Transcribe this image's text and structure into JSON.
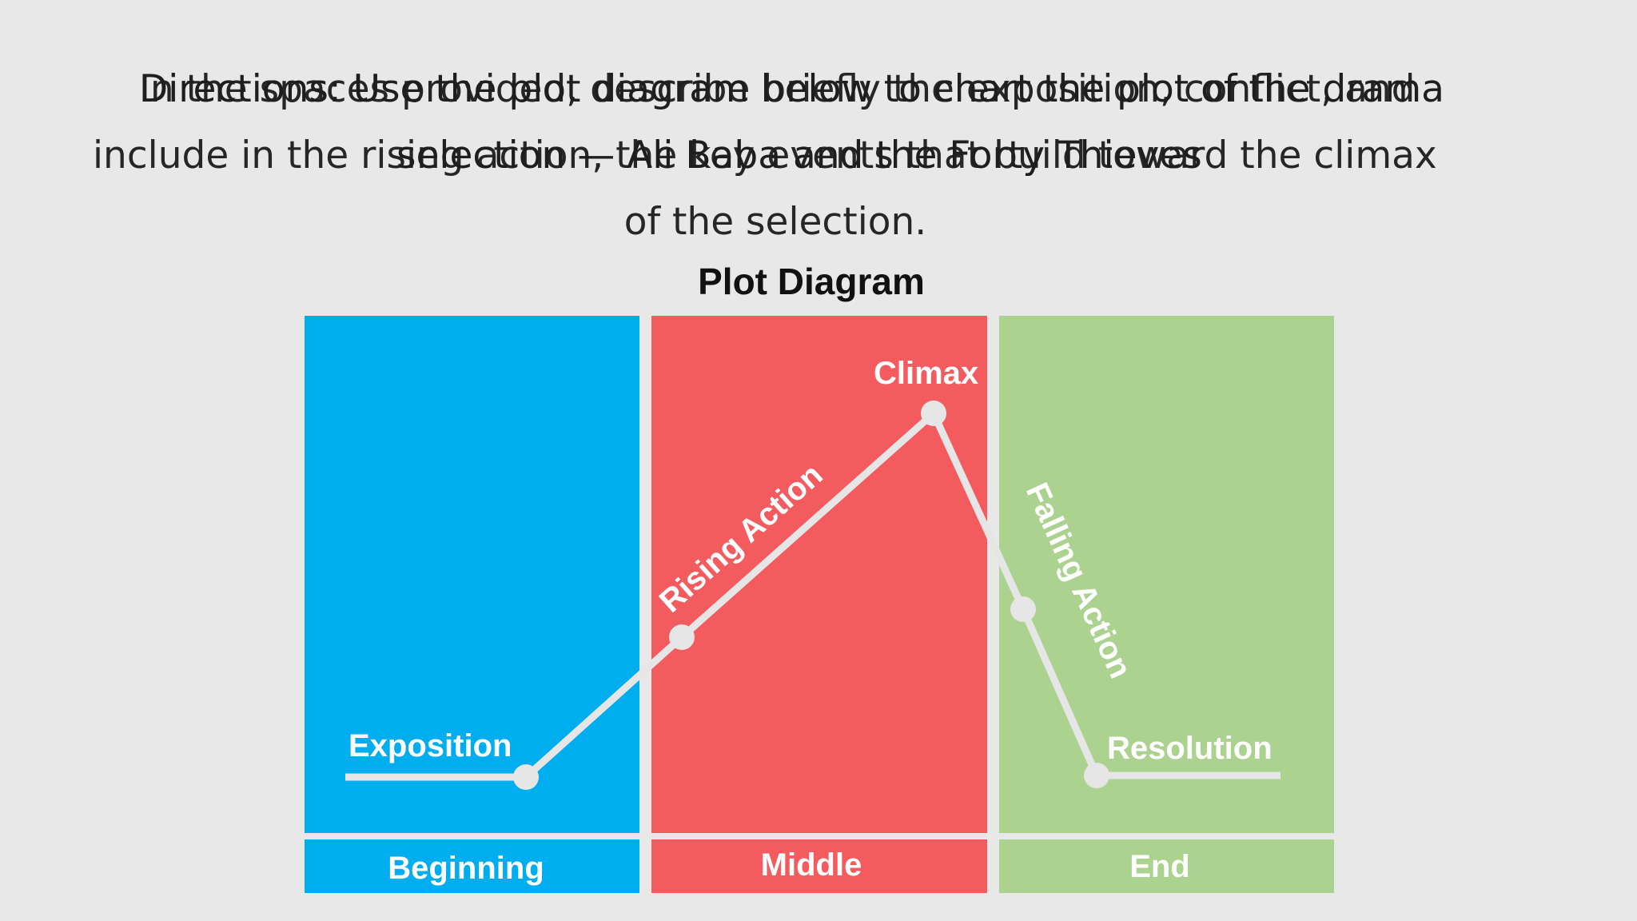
{
  "instructions": {
    "layer_a": {
      "line1": "In the spaces provided, describe briefly the exposition, conflict, and",
      "line2": "include in the rising action, the key events that build toward the climax",
      "line3": "of the selection."
    },
    "layer_b": {
      "line1": "Directions: Use the plot diagram below to chart the plot of the drama",
      "line2": "selection — Ali Baba and the Forty Thieves"
    }
  },
  "diagram": {
    "title": "Plot Diagram",
    "sections": [
      {
        "label": "Beginning",
        "color": "#00aeef"
      },
      {
        "label": "Middle",
        "color": "#f45b5f"
      },
      {
        "label": "End",
        "color": "#acd290"
      }
    ],
    "points": [
      {
        "label": "Exposition"
      },
      {
        "label": "Rising Action"
      },
      {
        "label": "Climax"
      },
      {
        "label": "Falling Action"
      },
      {
        "label": "Resolution"
      }
    ],
    "line_color": "#e6e6e6"
  }
}
